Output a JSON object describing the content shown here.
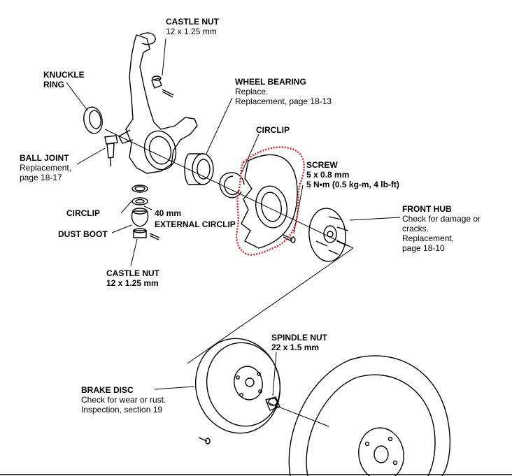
{
  "labels": {
    "castle_nut_top": {
      "title": "CASTLE NUT",
      "lines": [
        "12 x 1.25 mm"
      ]
    },
    "knuckle_ring": {
      "title1": "KNUCKLE",
      "title2": "RING"
    },
    "wheel_bearing": {
      "title": "WHEEL BEARING",
      "lines": [
        "Replace.",
        "Replacement, page 18-13"
      ]
    },
    "circlip_top": {
      "title": "CIRCLIP"
    },
    "ball_joint": {
      "title": "BALL JOINT",
      "lines": [
        "Replacement,",
        "page 18-17"
      ]
    },
    "screw": {
      "title": "SCREW",
      "lines": [
        "5 x 0.8 mm",
        "5 N•m (0.5 kg-m, 4 lb-ft)"
      ]
    },
    "front_hub": {
      "title": "FRONT HUB",
      "lines": [
        "Check for damage or",
        "cracks.",
        "Replacement,",
        "page 18-10"
      ]
    },
    "circlip_left": {
      "title": "CIRCLIP"
    },
    "dim_40mm": {
      "title": "40 mm"
    },
    "external_circlip": {
      "title": "EXTERNAL CIRCLIP"
    },
    "dust_boot": {
      "title": "DUST BOOT"
    },
    "castle_nut_bottom": {
      "title": "CASTLE NUT",
      "lines": [
        "12 x 1.25 mm"
      ]
    },
    "spindle_nut": {
      "title": "SPINDLE NUT",
      "lines": [
        "22 x 1.5 mm"
      ]
    },
    "brake_disc": {
      "title": "BRAKE DISC",
      "lines": [
        "Check for wear or rust.",
        "Inspection, section 19"
      ]
    }
  },
  "colors": {
    "ink": "#000000",
    "highlight": "#e8141c",
    "paper": "#ffffff"
  }
}
